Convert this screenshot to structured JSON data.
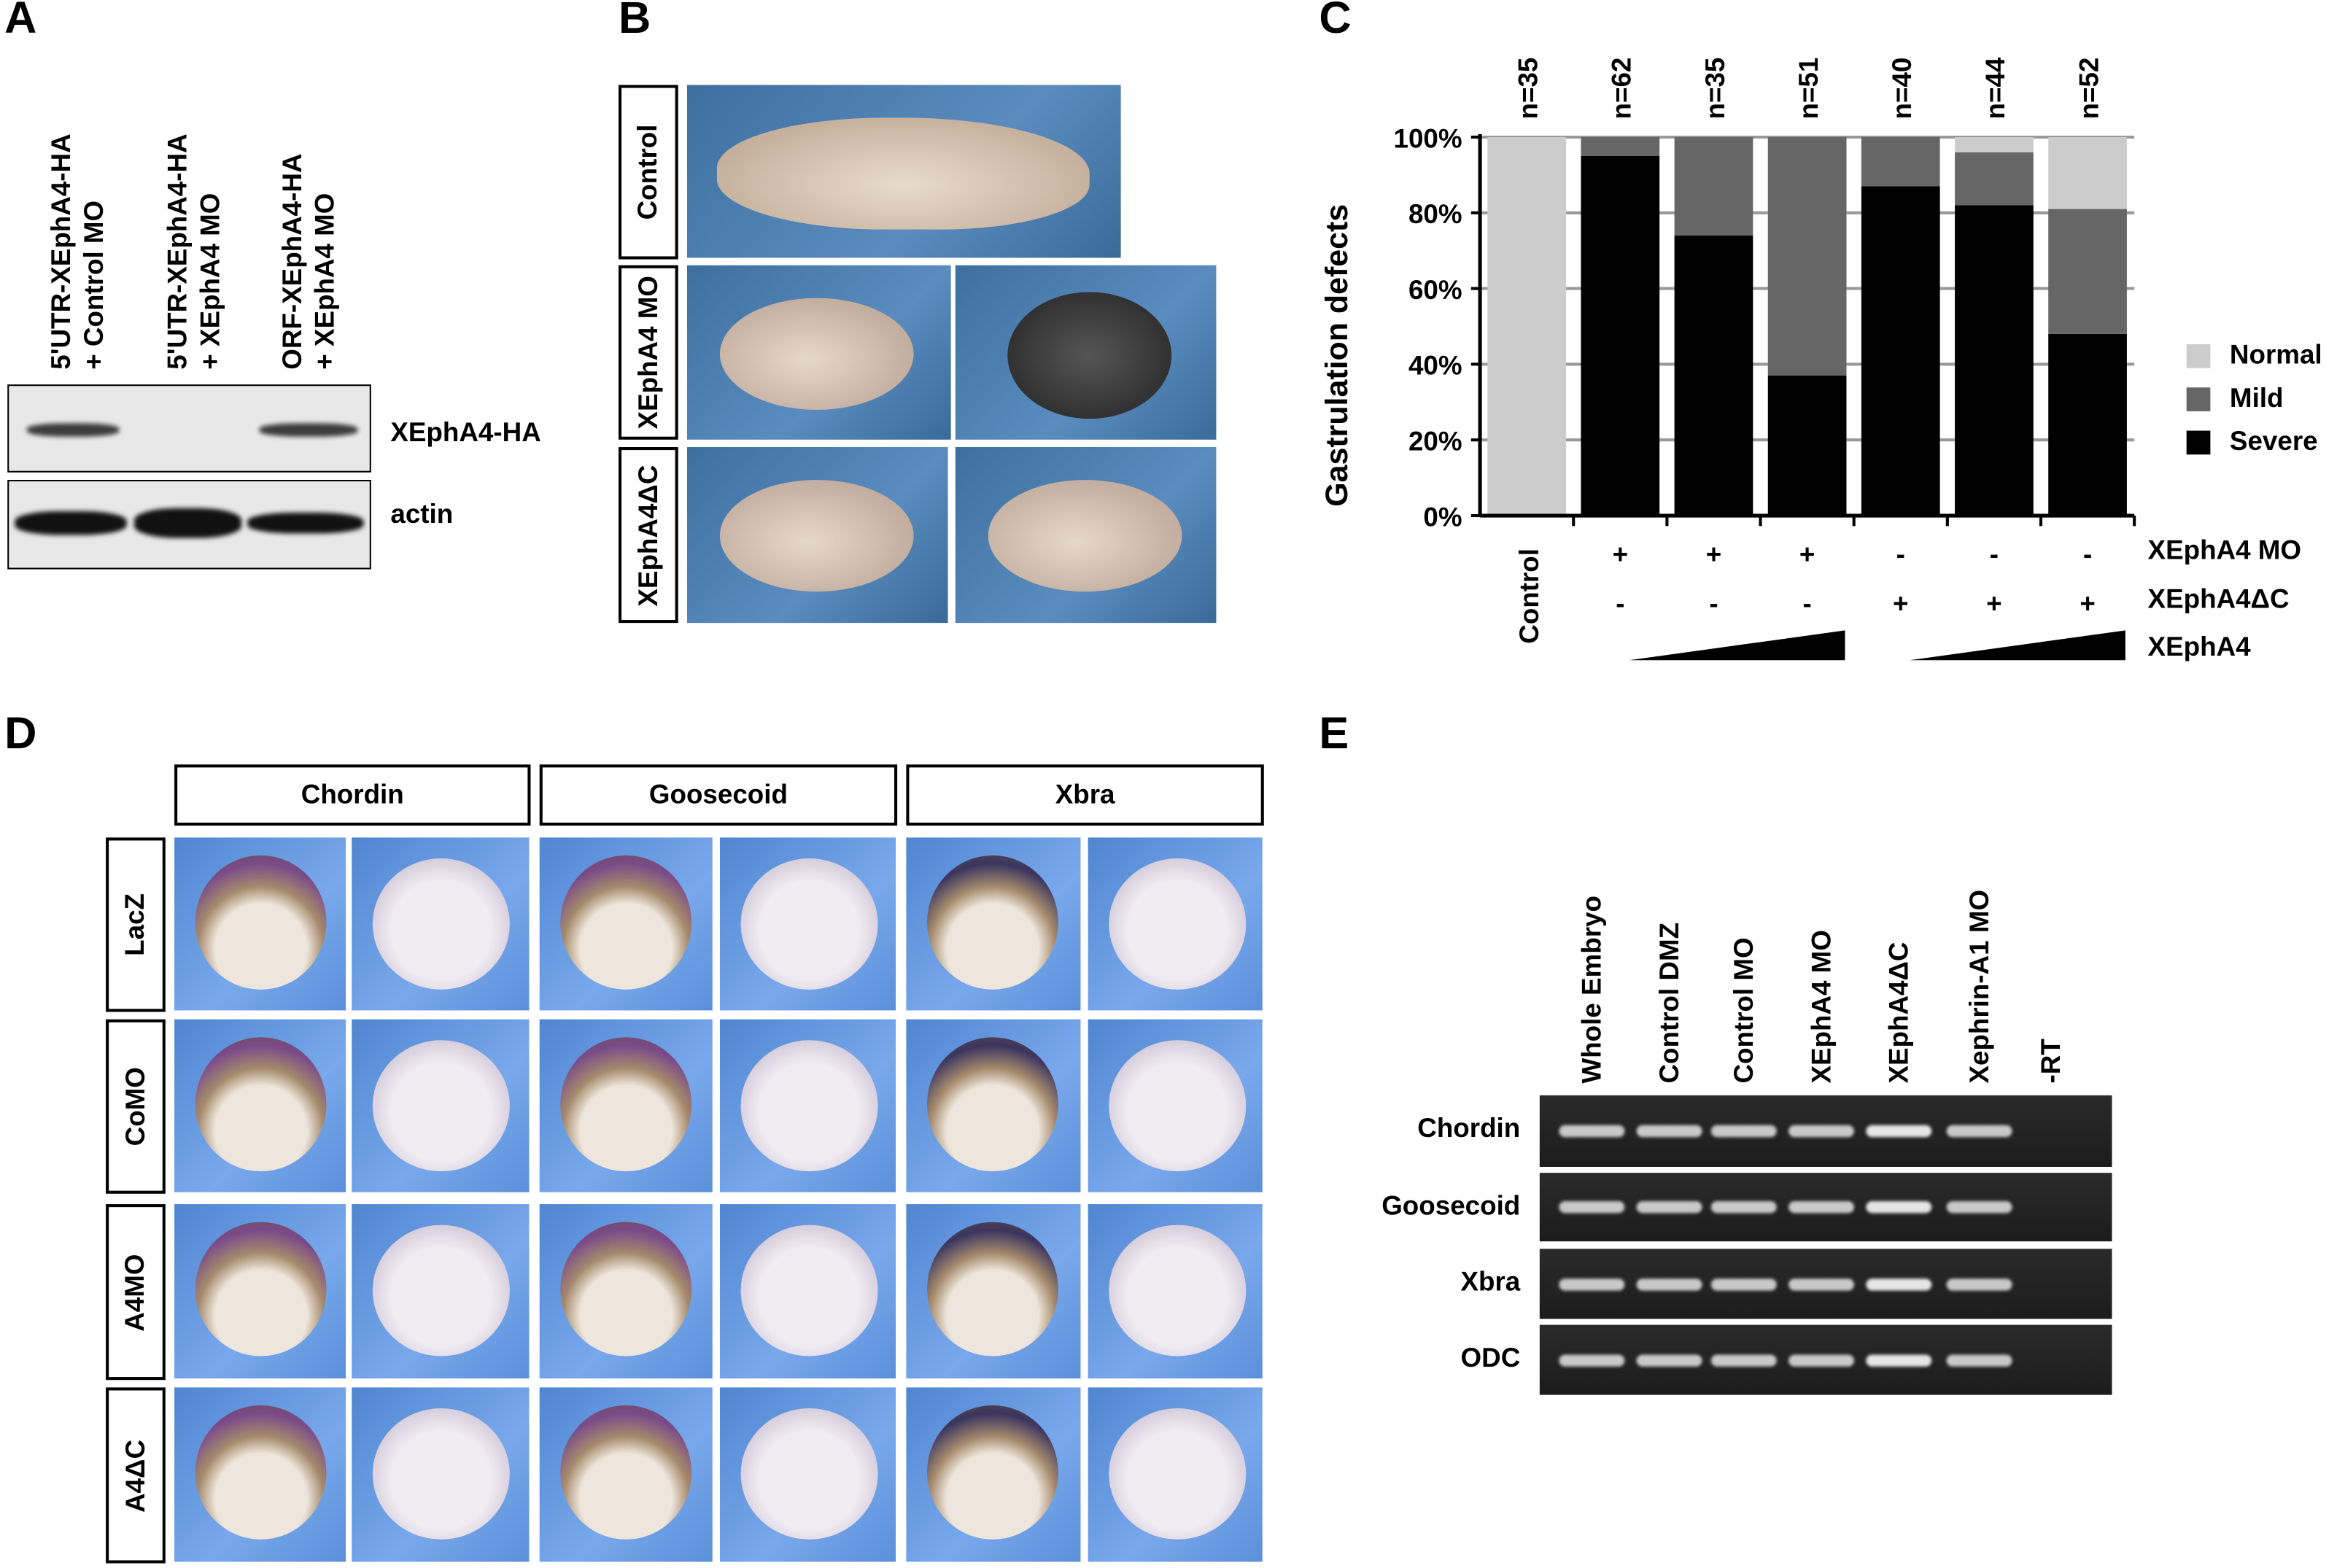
{
  "panels": {
    "a": "A",
    "b": "B",
    "c": "C",
    "d": "D",
    "e": "E"
  },
  "panel_a": {
    "lanes": [
      [
        "5'UTR-XEphA4-HA",
        "+ Control MO"
      ],
      [
        "5'UTR-XEphA4-HA",
        "+ XEphA4 MO"
      ],
      [
        "ORF-XEphA4-HA",
        "+ XEphA4 MO"
      ]
    ],
    "blots": [
      "XEphA4-HA",
      "actin"
    ]
  },
  "panel_b": {
    "rows": [
      "Control",
      "XEphA4 MO",
      "XEphA4ΔC"
    ]
  },
  "chart_data": {
    "type": "bar",
    "stacked": true,
    "ylabel": "Gastrulation defects",
    "ylim": [
      0,
      100
    ],
    "yticks": [
      "0%",
      "20%",
      "40%",
      "60%",
      "80%",
      "100%"
    ],
    "grid": true,
    "legend_position": "right",
    "n_labels": [
      "n=35",
      "n=62",
      "n=35",
      "n=51",
      "n=40",
      "n=44",
      "n=52"
    ],
    "categories": [
      "Control",
      "",
      "",
      "",
      "",
      "",
      ""
    ],
    "series": [
      {
        "name": "Severe",
        "color": "#000000",
        "values": [
          0,
          95,
          74,
          37,
          87,
          82,
          48
        ]
      },
      {
        "name": "Mild",
        "color": "#666666",
        "values": [
          0,
          5,
          26,
          63,
          13,
          14,
          33
        ]
      },
      {
        "name": "Normal",
        "color": "#cccccc",
        "values": [
          100,
          0,
          0,
          0,
          0,
          4,
          19
        ]
      }
    ],
    "conditions": [
      {
        "name": "XEphA4 MO",
        "marks": [
          "+",
          "+",
          "+",
          "-",
          "-",
          "-"
        ]
      },
      {
        "name": "XEphA4ΔC",
        "marks": [
          "-",
          "-",
          "-",
          "+",
          "+",
          "+"
        ]
      },
      {
        "name": "XEphA4",
        "marks": [
          "ramp",
          "ramp"
        ]
      }
    ]
  },
  "panel_d": {
    "columns": [
      "Chordin",
      "Goosecoid",
      "Xbra"
    ],
    "rows": [
      "LacZ",
      "CoMO",
      "A4MO",
      "A4ΔC"
    ]
  },
  "panel_e": {
    "lanes": [
      "Whole Embryo",
      "Control DMZ",
      "Control MO",
      "XEphA4 MO",
      "XEphA4ΔC",
      "Xephrin-A1 MO",
      "-RT"
    ],
    "genes": [
      "Chordin",
      "Goosecoid",
      "Xbra",
      "ODC"
    ]
  }
}
